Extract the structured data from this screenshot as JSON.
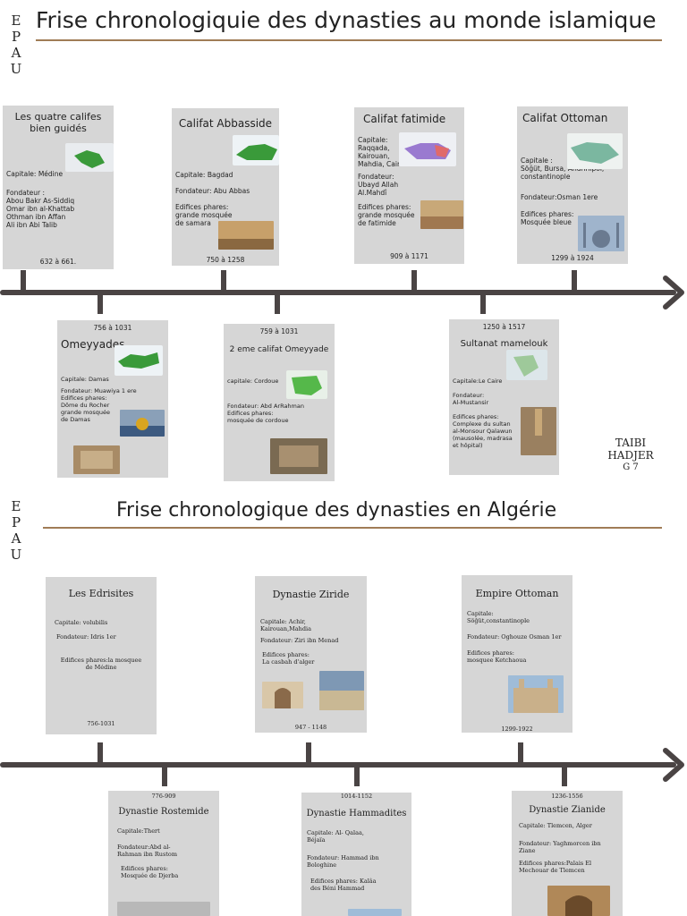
{
  "epau": [
    "E",
    "P",
    "A",
    "U"
  ],
  "timeline1": {
    "title": "Frise chronologiquie des dynasties au monde islamique",
    "cards": [
      {
        "title": "Les quatre califes bien guidés",
        "lines": [
          "Capitale: Médine",
          "Fondateur :\nAbou Bakr As-Siddiq\nOmar ibn al-Khattab\nOthman ibn Affan\nAli ibn Abi Talib"
        ],
        "date": "632 à 661."
      },
      {
        "title": "Omeyyades",
        "lines": [
          "Capitale: Damas",
          "Fondateur: Muawiya 1 ere\nEdifices phares:\nDôme du Rocher\ngrande mosquée\nde Damas"
        ],
        "date": "756 à 1031"
      },
      {
        "title": "Califat Abbasside",
        "lines": [
          "Capitale: Bagdad",
          "Fondateur: Abu Abbas",
          "Edifices phares:\ngrande mosquée\n de samara"
        ],
        "date": "750 à 1258"
      },
      {
        "title": "2 eme califat Omeyyade",
        "lines": [
          "capitale: Cordoue",
          "Fondateur: Abd ArRahman\nEdifices phares:\nmosquée de cordoue"
        ],
        "date": "759 à 1031"
      },
      {
        "title": "Califat fatimide",
        "lines": [
          "Capitale:\nRaqqada,\nKairouan,\nMahdia, Caire",
          "Fondateur:\nUbayd Allah\nAl.Mahdî",
          "Edifices phares:\ngrande mosquée\n de fatimide"
        ],
        "date": "909 à 1171"
      },
      {
        "title": "Sultanat mamelouk",
        "lines": [
          "Capitale:Le Caire",
          "Fondateur:\nAl-Mustansir",
          "Edifices phares:\nComplexe du sultan\nal-Monsour Qalawun\n(mausolée, madrasa\net hôpital)"
        ],
        "date": "1250 à 1517"
      },
      {
        "title": "Califat Ottoman",
        "lines": [
          "Capitale :\nSöğüt, Bursa, Andrinipol,\nconstantinople",
          "Fondateur:Osman 1ere",
          "Edifices phares:\nMosquée bleue"
        ],
        "date": "1299 à 1924"
      }
    ]
  },
  "author": {
    "line1": "TAIBI",
    "line2": "HADJER",
    "line3": "G 7"
  },
  "timeline2": {
    "title": "Frise chronologique des dynasties en Algérie",
    "cards": [
      {
        "title": "Les Edrisites",
        "lines": [
          "Capitale: volubilis",
          "Fondateur: Idris 1er",
          "Edifices phares:la mosquee\nde Médine"
        ],
        "date": "756-1031"
      },
      {
        "title": "Dynastie Rostemide",
        "lines": [
          "Capitale:Thert",
          "Fondateur:Abd al-\nRahman ibn Rustom",
          "Edifices phares:\nMosquée de Djerba"
        ],
        "date": "776-909"
      },
      {
        "title": "Dynastie Ziride",
        "lines": [
          "Capitale: Achir,\nKairouan,Mahdia",
          "Fondateur: Ziri ibn Menad",
          "Edifices phares:\nLa casbah d'alger"
        ],
        "date": "947 - 1148"
      },
      {
        "title": "Dynastie Hammadites",
        "lines": [
          "Capitale: Al- Qalaa,\n       Béjaïa",
          "Fondateur: Hammad ibn\nBologhine",
          "Edifices phares: Kalâa\ndes Béni Hammad"
        ],
        "date": "1014-1152"
      },
      {
        "title": "Empire Ottoman",
        "lines": [
          "Capitale:\nSöğüt,constantinople",
          "Fondateur: Oghouze Osman 1er",
          "Edifices phares:\nmosquee Ketchaoua"
        ],
        "date": "1299-1922"
      },
      {
        "title": "Dynastie Zianide",
        "lines": [
          "Capitale: Tlemcen, Alger",
          "Fondateur: Yaghmorcen ibn\nZiane",
          "Edifices phares:Palais El\nMechouar de Tlemcen"
        ],
        "date": "1236-1556"
      }
    ]
  },
  "colors": {
    "card": "#d6d6d6",
    "axis": "#4a4444",
    "rule": "#a07c56",
    "map_land": "#3a9a3a"
  }
}
